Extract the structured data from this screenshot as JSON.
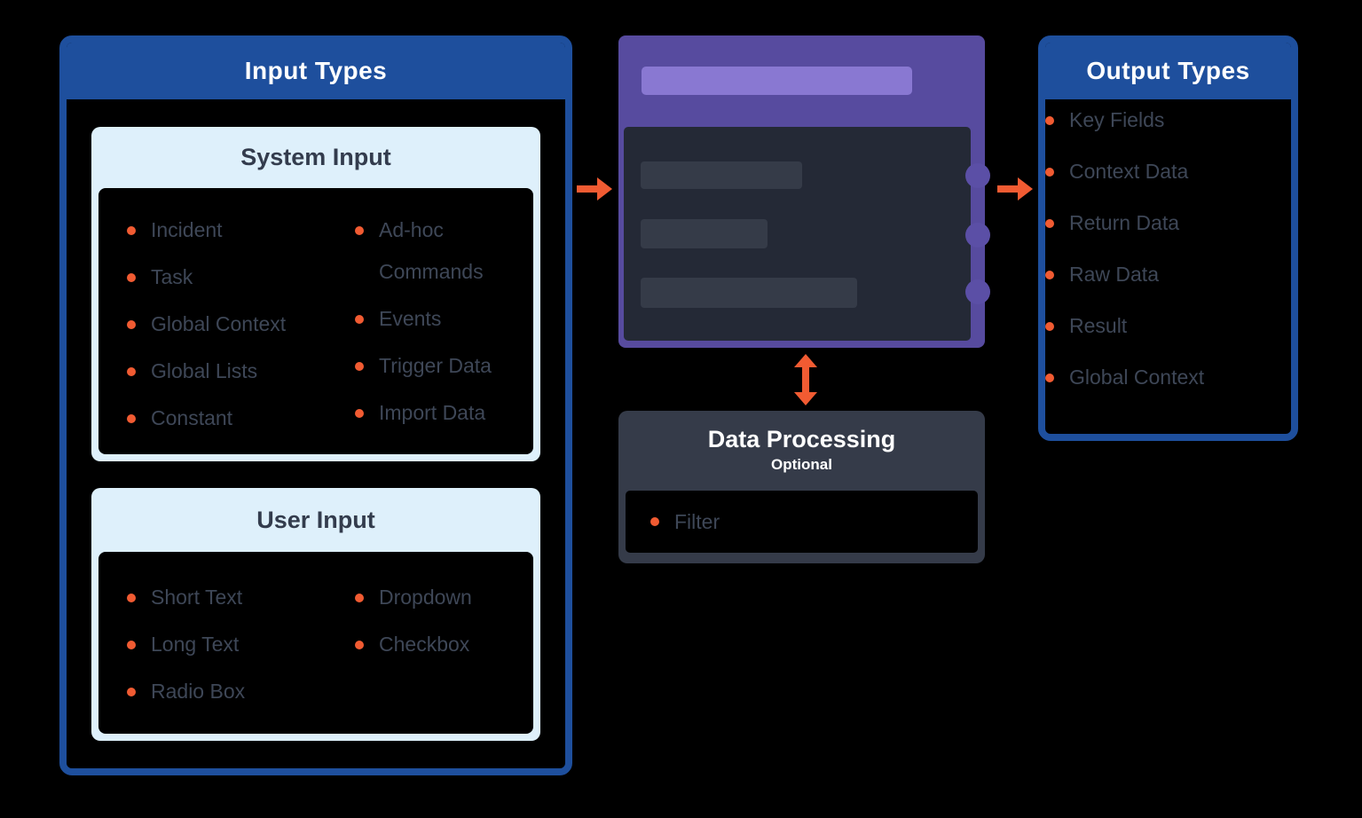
{
  "input_panel": {
    "title": "Input Types",
    "sections": [
      {
        "title": "System Input",
        "columns": [
          [
            "Incident",
            "Task",
            "Global Context",
            "Global Lists",
            "Constant"
          ],
          [
            "Ad-hoc Commands",
            "Events",
            "Trigger Data",
            "Import Data"
          ]
        ]
      },
      {
        "title": "User Input",
        "columns": [
          [
            "Short Text",
            "Long Text",
            "Radio Box"
          ],
          [
            "Dropdown",
            "Checkbox"
          ]
        ]
      }
    ]
  },
  "processing": {
    "title": "Data Processing",
    "subtitle": "Optional",
    "items": [
      "Filter"
    ]
  },
  "output_panel": {
    "title": "Output Types",
    "items": [
      "Key Fields",
      "Context Data",
      "Return Data",
      "Raw Data",
      "Result",
      "Global Context"
    ]
  },
  "node": {
    "connector_count": 3,
    "placeholder_bar_count": 3
  },
  "icons": {
    "bullet": "●",
    "flow_arrow_right": "→",
    "flow_arrow_vertical": "↕"
  },
  "colors": {
    "background": "#000000",
    "panel_blue": "#1e4f9d",
    "card_light_blue": "#def0fb",
    "accent_orange": "#f15b32",
    "node_purple": "#574b9f",
    "node_purple_light": "#8978d2",
    "node_panel_dark": "#242936",
    "node_bar_gray": "#353b48",
    "processing_slate": "#353b49",
    "item_text": "#3e4757",
    "header_text": "#ffffff",
    "section_title_text": "#333c4d"
  }
}
